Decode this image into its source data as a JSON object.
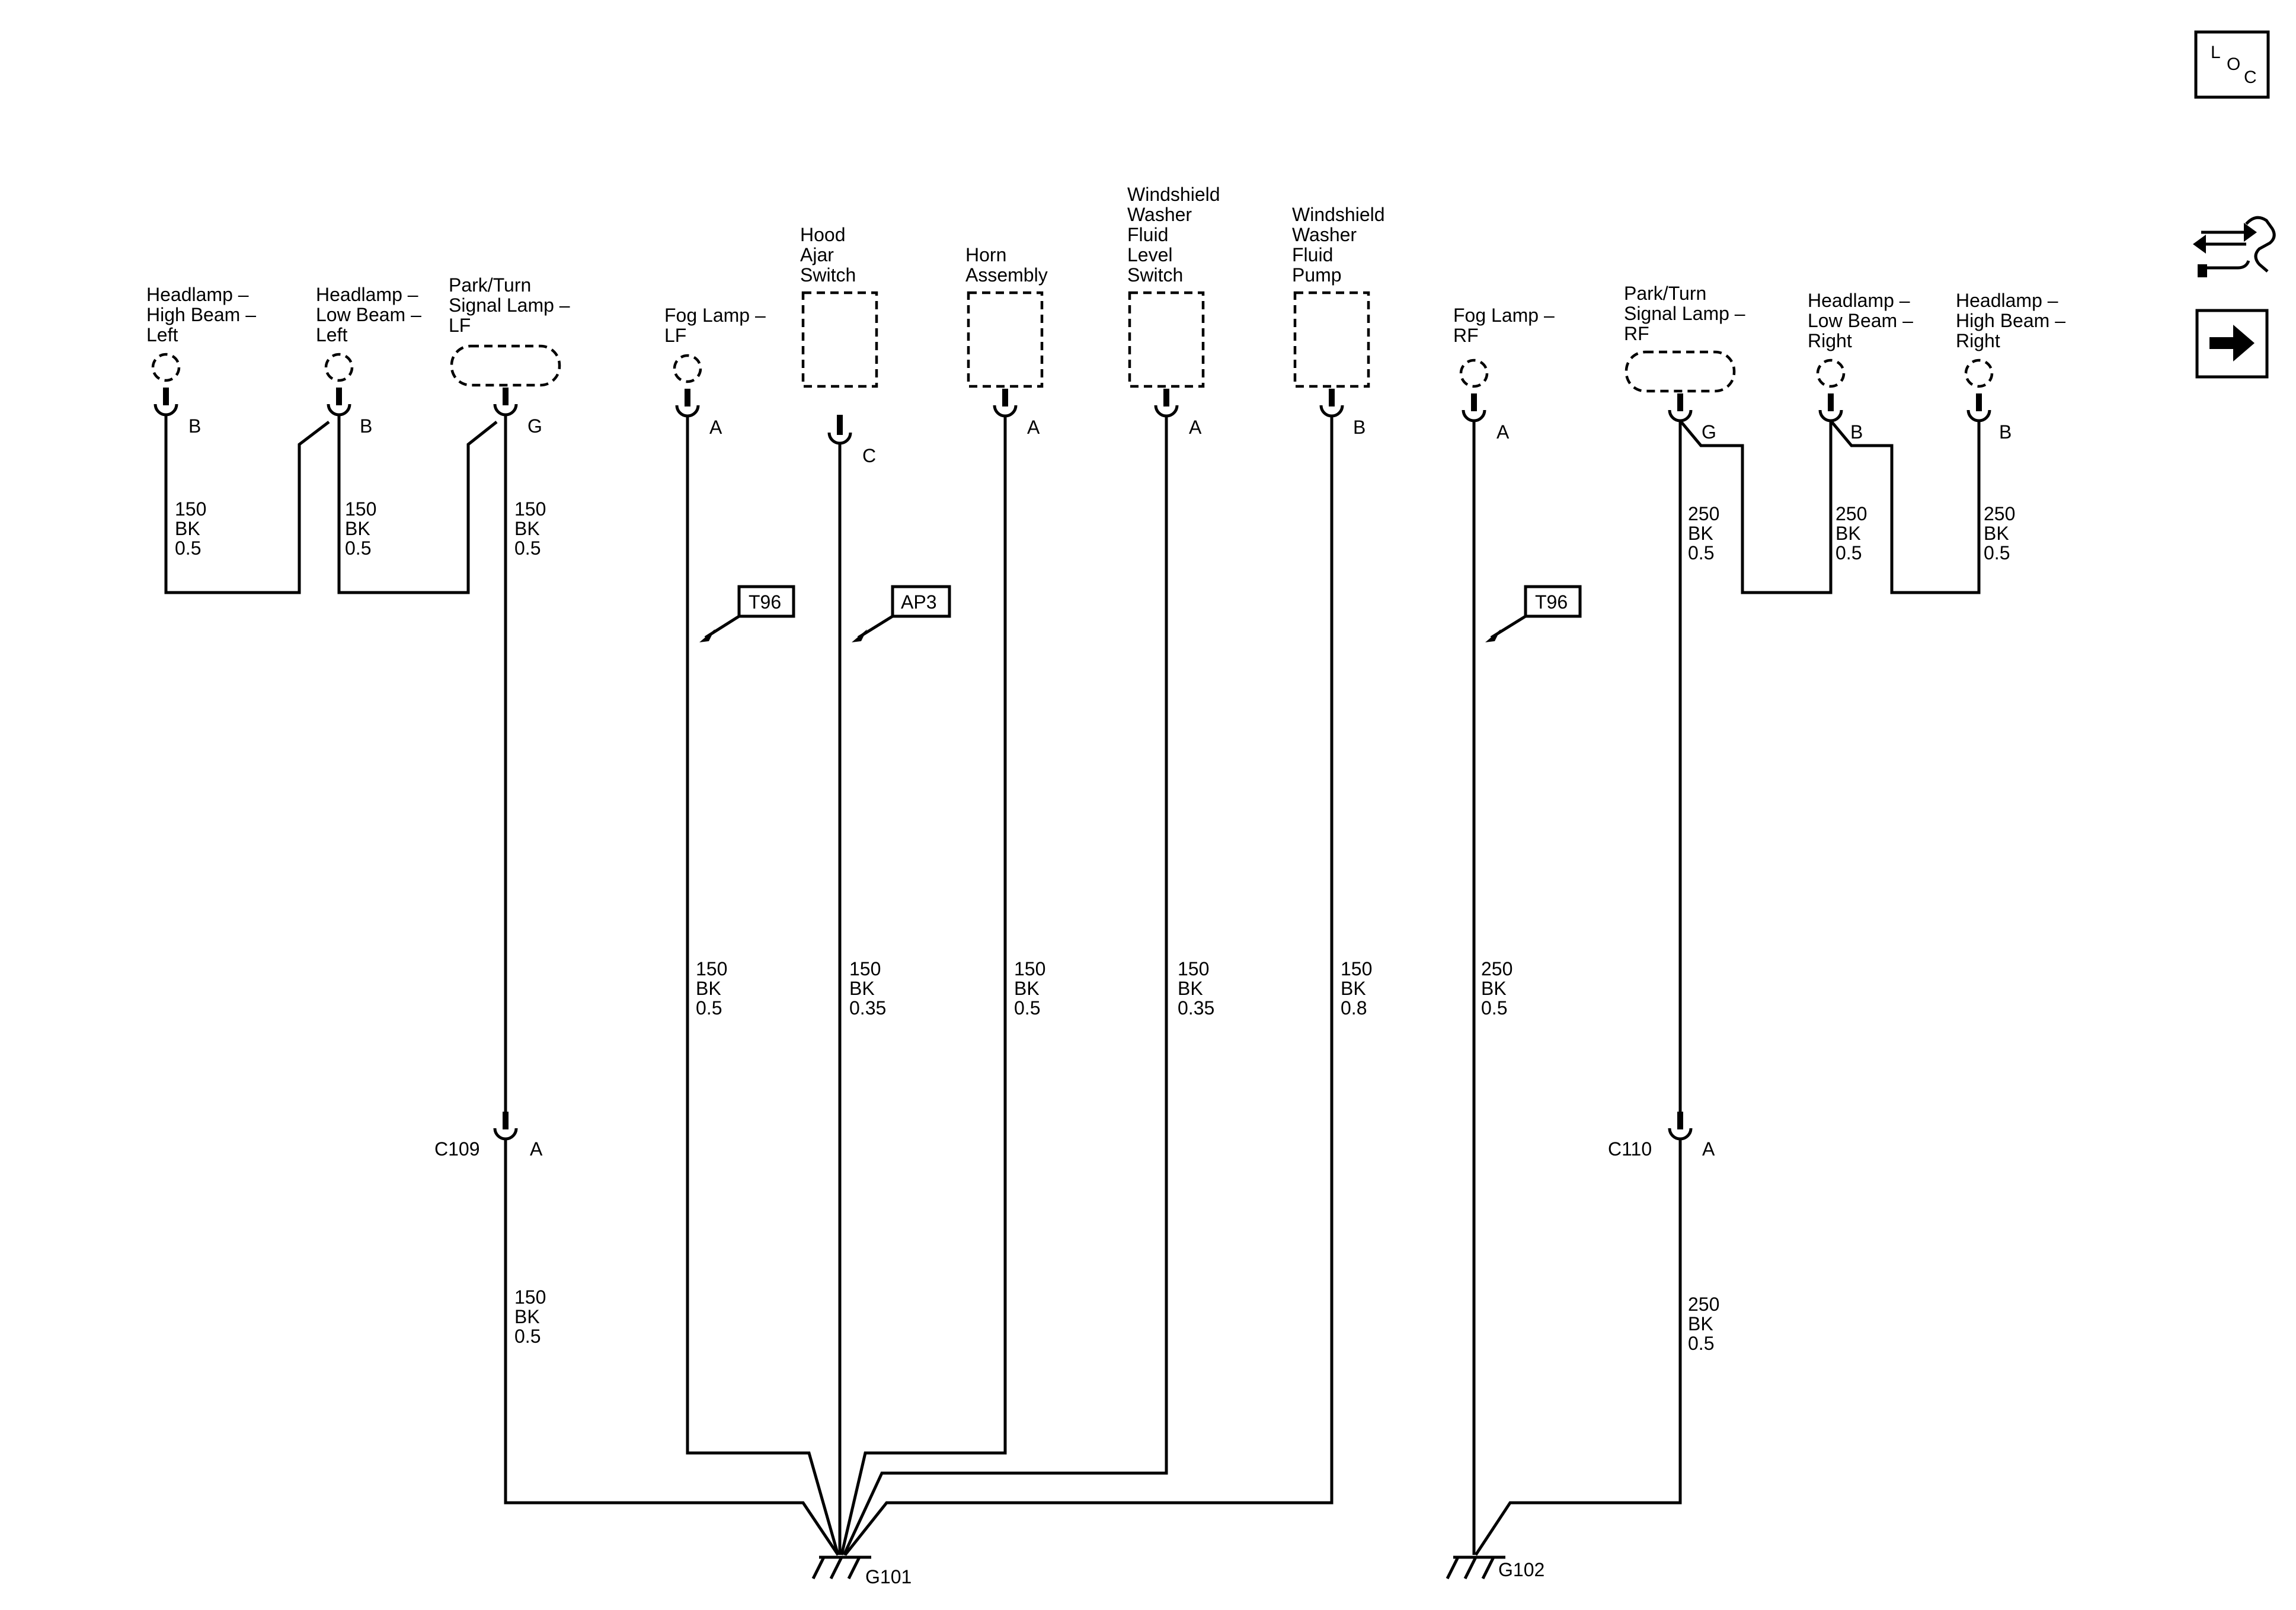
{
  "components": {
    "headlamp_high_left": [
      "Headlamp –",
      "High Beam –",
      "Left"
    ],
    "headlamp_low_left": [
      "Headlamp –",
      "Low Beam –",
      "Left"
    ],
    "park_turn_lf": [
      "Park/Turn",
      "Signal Lamp –",
      "LF"
    ],
    "fog_lamp_lf": [
      "Fog Lamp –",
      "LF"
    ],
    "hood_ajar_switch": [
      "Hood",
      "Ajar",
      "Switch"
    ],
    "horn_assembly": [
      "Horn",
      "Assembly"
    ],
    "washer_level_switch": [
      "Windshield",
      "Washer",
      "Fluid",
      "Level",
      "Switch"
    ],
    "washer_pump": [
      "Windshield",
      "Washer",
      "Fluid",
      "Pump"
    ],
    "fog_lamp_rf": [
      "Fog Lamp –",
      "RF"
    ],
    "park_turn_rf": [
      "Park/Turn",
      "Signal Lamp –",
      "RF"
    ],
    "headlamp_low_right": [
      "Headlamp –",
      "Low Beam –",
      "Right"
    ],
    "headlamp_high_right": [
      "Headlamp –",
      "High Beam –",
      "Right"
    ]
  },
  "pins": {
    "headlamp_high_left": "B",
    "headlamp_low_left": "B",
    "park_turn_lf": "G",
    "fog_lamp_lf": "A",
    "hood_ajar_switch": "C",
    "horn_assembly": "A",
    "washer_level_switch": "A",
    "washer_pump": "B",
    "fog_lamp_rf": "A",
    "park_turn_rf": "G",
    "headlamp_low_right": "B",
    "headlamp_high_right": "B",
    "c109": "A",
    "c110": "A"
  },
  "wires": {
    "hl_high_left": [
      "150",
      "BK",
      "0.5"
    ],
    "hl_low_left": [
      "150",
      "BK",
      "0.5"
    ],
    "park_lf_upper": [
      "150",
      "BK",
      "0.5"
    ],
    "park_lf_lower": [
      "150",
      "BK",
      "0.5"
    ],
    "fog_lf": [
      "150",
      "BK",
      "0.5"
    ],
    "hood_ajar": [
      "150",
      "BK",
      "0.35"
    ],
    "horn": [
      "150",
      "BK",
      "0.5"
    ],
    "washer_level": [
      "150",
      "BK",
      "0.35"
    ],
    "washer_pump": [
      "150",
      "BK",
      "0.8"
    ],
    "fog_rf": [
      "250",
      "BK",
      "0.5"
    ],
    "park_rf_upper": [
      "250",
      "BK",
      "0.5"
    ],
    "park_rf_lower": [
      "250",
      "BK",
      "0.5"
    ],
    "hl_low_right": [
      "250",
      "BK",
      "0.5"
    ],
    "hl_high_right": [
      "250",
      "BK",
      "0.5"
    ]
  },
  "inline_connectors": {
    "c109": "C109",
    "c110": "C110"
  },
  "references": {
    "fog_lf": "T96",
    "hood_ajar": "AP3",
    "fog_rf": "T96"
  },
  "grounds": {
    "g101": "G101",
    "g102": "G102"
  },
  "side_icons": {
    "loc": [
      "L",
      "O",
      "C"
    ],
    "connector_view_icon": "connector-wrench-icon",
    "next_page_icon": "arrow-right-icon"
  }
}
